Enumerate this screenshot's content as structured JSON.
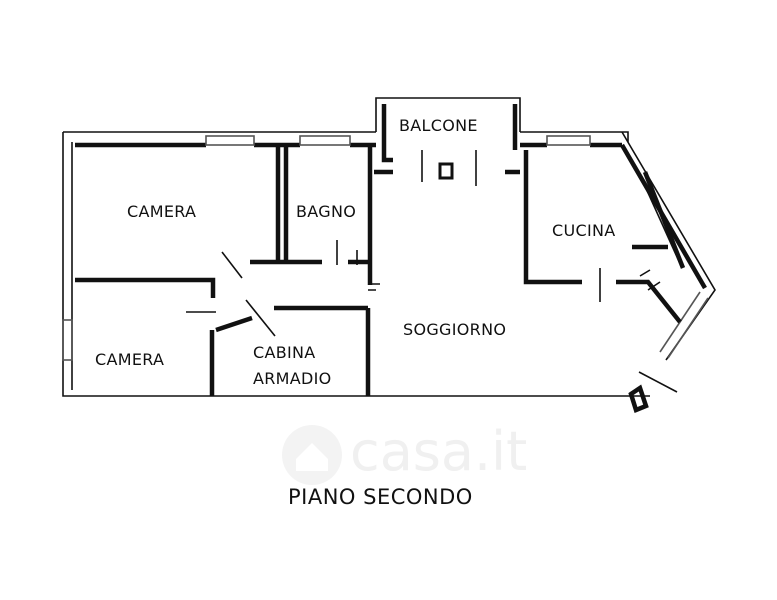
{
  "rooms": {
    "balcone": "BALCONE",
    "camera_top": "CAMERA",
    "bagno": "BAGNO",
    "cucina": "CUCINA",
    "soggiorno": "SOGGIORNO",
    "camera_bottom": "CAMERA",
    "cabina_line1": "CABINA",
    "cabina_line2": "ARMADIO"
  },
  "watermark": "casa.it",
  "floor_title": "PIANO SECONDO",
  "icons": [
    "house-logo-icon"
  ],
  "colors": {
    "line": "#111111",
    "window": "#555555",
    "watermark": "#f0f0f0"
  }
}
